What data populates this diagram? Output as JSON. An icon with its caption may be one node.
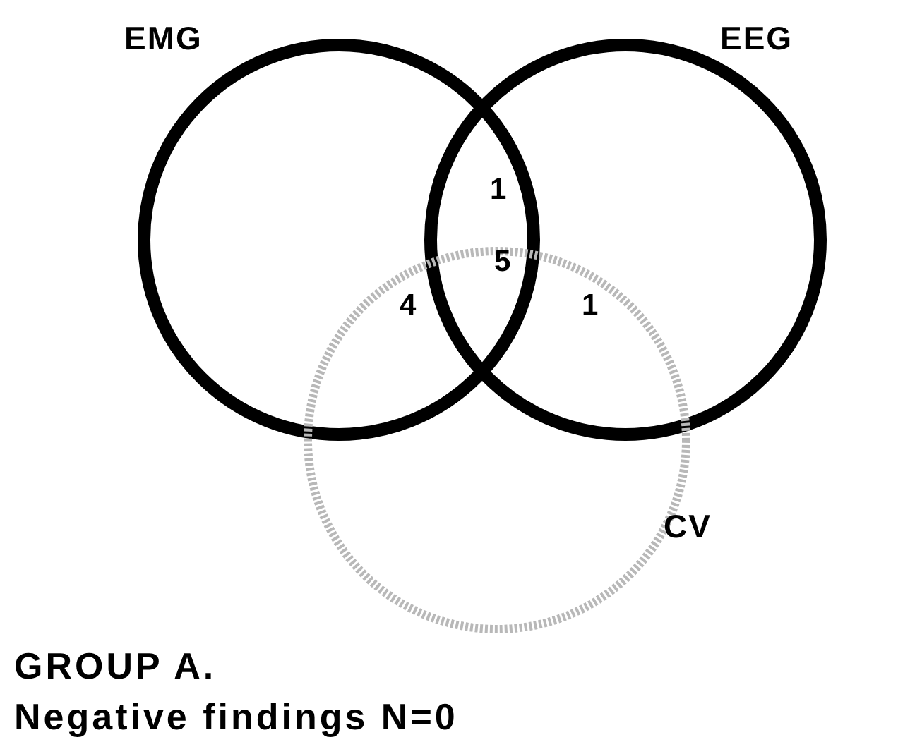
{
  "diagram": {
    "title": "GROUP A.",
    "caption": "Negative findings N=0",
    "nodes": [
      {
        "text": [
          "EMG"
        ]
      },
      {
        "text": [
          "EEG"
        ]
      },
      {
        "text": [
          "CV"
        ]
      }
    ],
    "labels": [
      "1",
      "5",
      "4",
      "1"
    ]
  }
}
